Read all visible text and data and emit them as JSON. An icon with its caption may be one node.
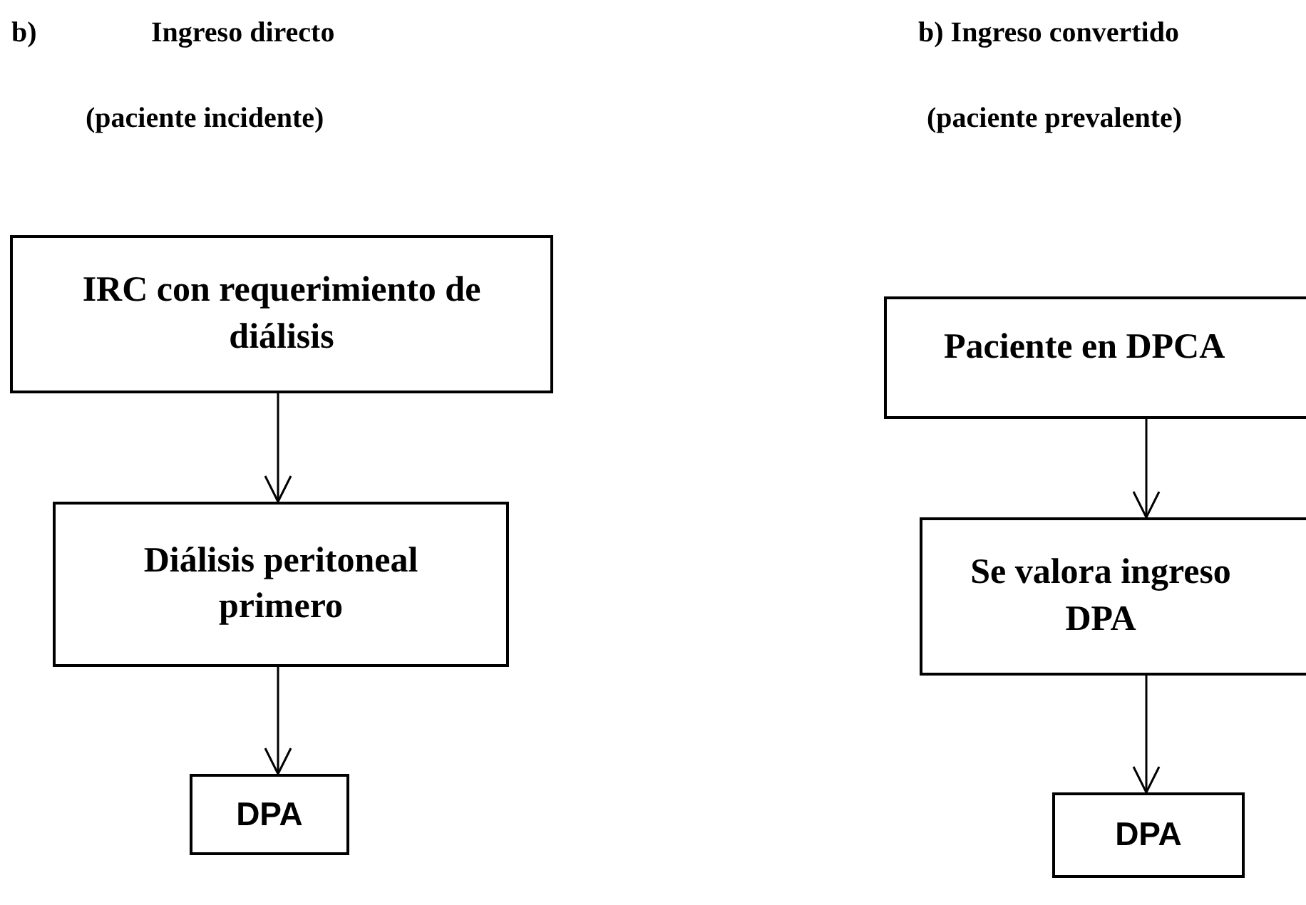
{
  "diagram": {
    "nodes": [
      {
        "text": [
          "IRC con requerimiento de diálisis"
        ]
      },
      {
        "text": [
          "Diálisis peritoneal primero"
        ]
      },
      {
        "text": [
          "DPA"
        ]
      },
      {
        "text": [
          "Paciente en DPCA"
        ]
      },
      {
        "text": [
          "Se valora ingreso DPA"
        ]
      },
      {
        "text": [
          "DPA"
        ]
      }
    ],
    "edges": [
      {
        "from": 0,
        "to": 1,
        "arrow": "to"
      },
      {
        "from": 1,
        "to": 2,
        "arrow": "to"
      },
      {
        "from": 3,
        "to": 4,
        "arrow": "to"
      },
      {
        "from": 4,
        "to": 5,
        "arrow": "to"
      }
    ],
    "labels": [
      "b)",
      "Ingreso directo",
      "b) Ingreso convertido",
      "(paciente incidente)",
      "(paciente prevalente)"
    ]
  }
}
